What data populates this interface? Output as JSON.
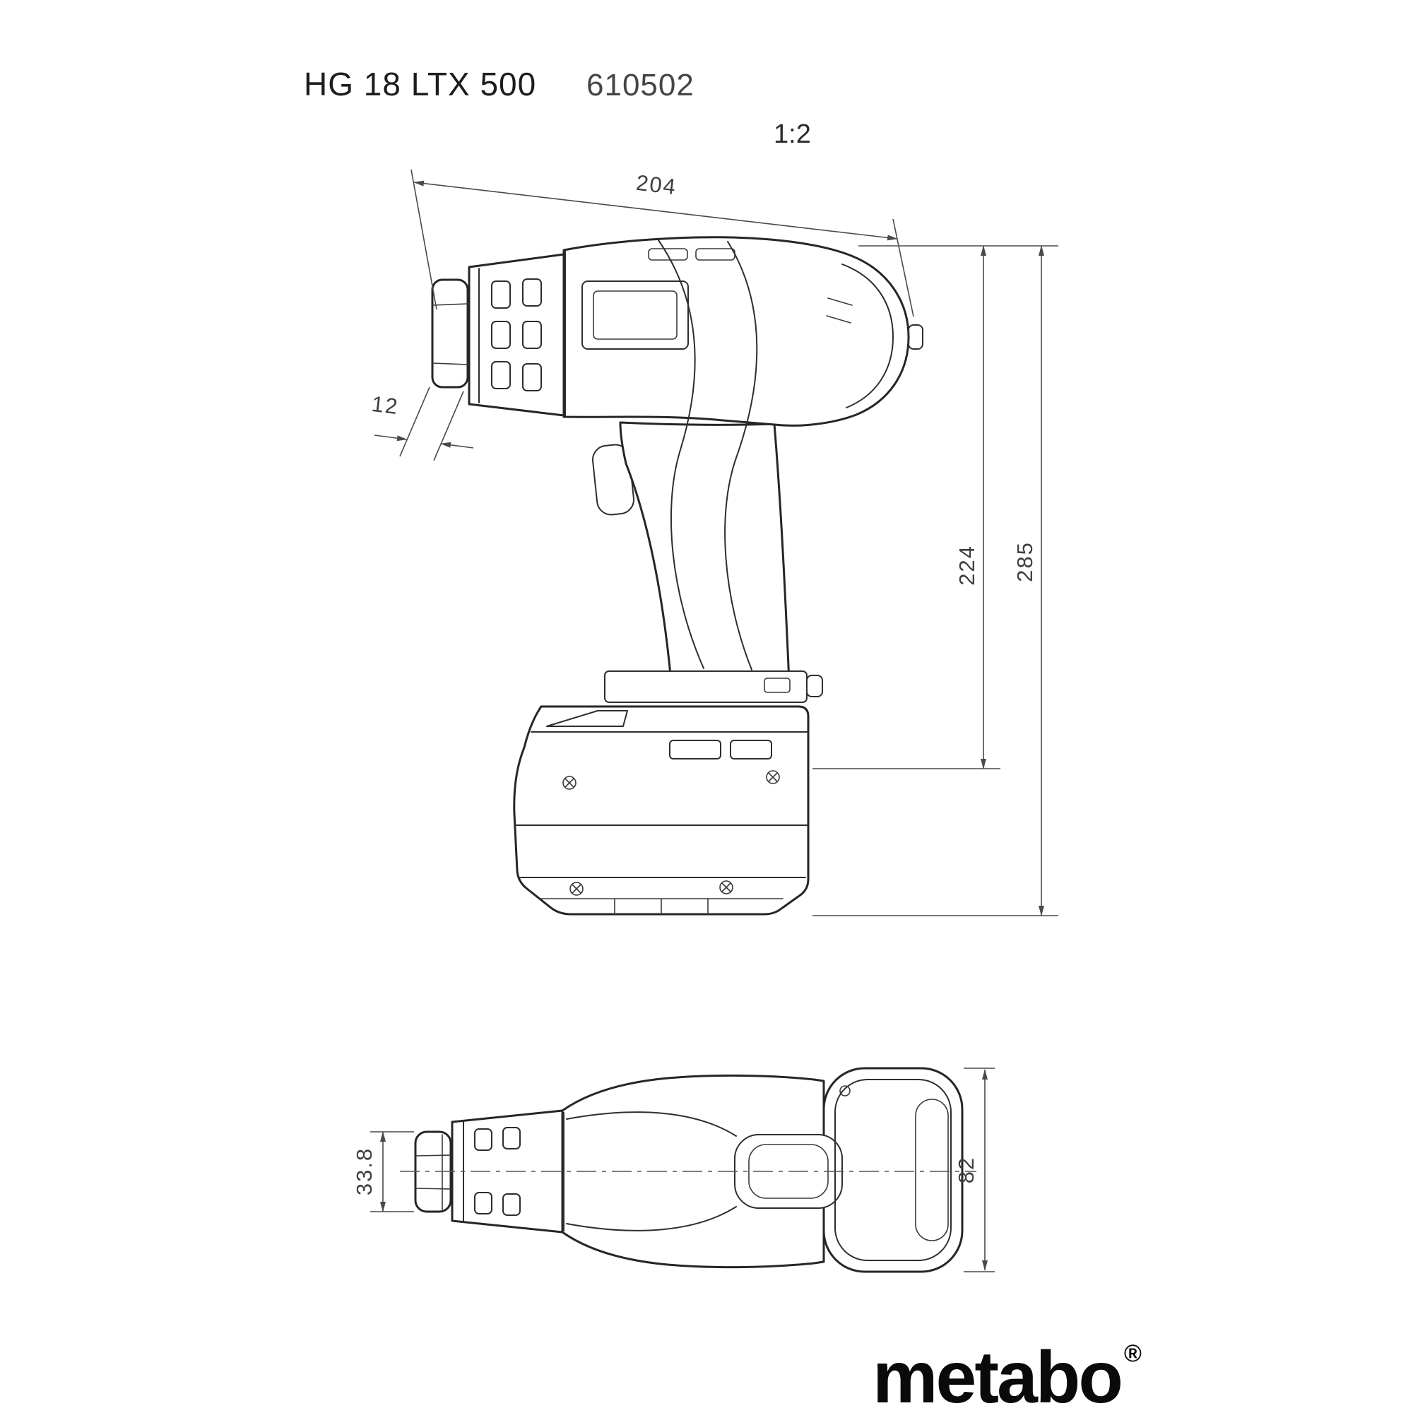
{
  "drawing": {
    "model": "HG 18 LTX 500",
    "article_number": "610502",
    "scale": "1:2"
  },
  "side_view": {
    "dim_length": "204",
    "dim_nozzle_tip": "12",
    "dim_height_to_battery": "224",
    "dim_height_overall": "285"
  },
  "bottom_view": {
    "dim_nozzle_diameter": "33.8",
    "dim_body_diameter": "82"
  },
  "brand": {
    "logo_text": "metabo",
    "registered": "®"
  },
  "colors": {
    "line": "#262626",
    "dimension_line": "#4a4a4a",
    "background": "#ffffff",
    "logo": "#0a0a0a"
  }
}
